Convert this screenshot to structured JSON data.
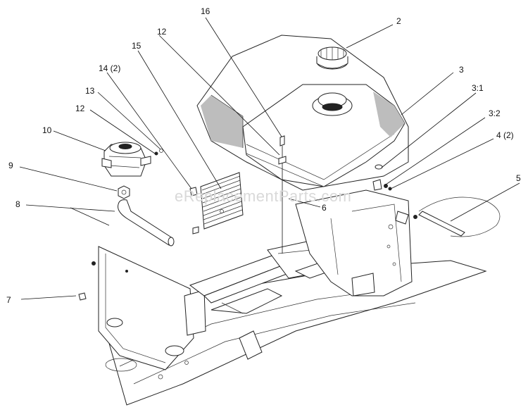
{
  "watermark": "eReplacementParts.com",
  "callouts": {
    "c2": "2",
    "c3": "3",
    "c3_1": "3:1",
    "c3_2": "3:2",
    "c4": "4 (2)",
    "c5": "5",
    "c6": "6",
    "c7": "7",
    "c8": "8",
    "c9": "9",
    "c10": "10",
    "c12a": "12",
    "c12b": "12",
    "c13": "13",
    "c14": "14 (2)",
    "c15": "15",
    "c16": "16"
  },
  "colors": {
    "line": "#111111",
    "shading": "#bdbdbd",
    "watermark": "#d9d9d9"
  }
}
